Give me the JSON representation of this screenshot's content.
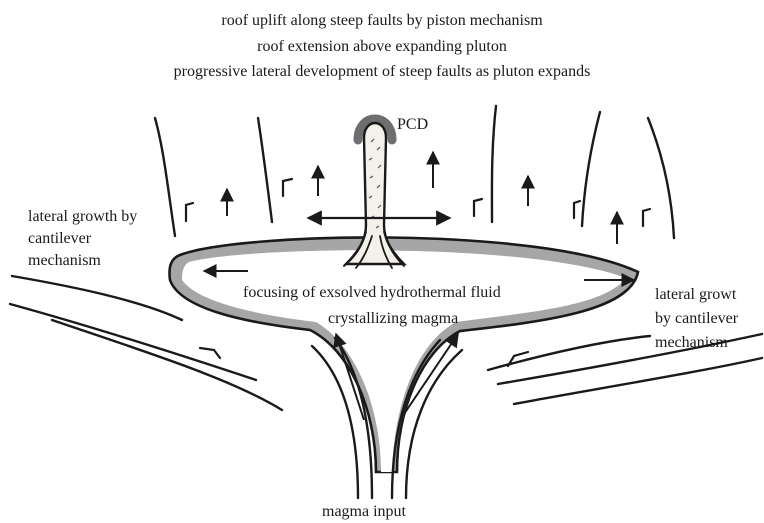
{
  "captions": {
    "line1": "roof uplift along steep faults by piston mechanism",
    "line2": "roof extension above expanding pluton",
    "line3": "progressive lateral development of steep faults as pluton expands"
  },
  "labels": {
    "pcd": "PCD",
    "lateral_left": [
      "lateral growth by",
      "cantilever",
      "mechanism"
    ],
    "lateral_right": [
      "lateral growt",
      "by cantilever",
      "mechanism"
    ],
    "focusing": "focusing of exsolved hydrothermal fluid",
    "crystallizing": "crystallizing magma",
    "input": "magma input"
  },
  "colors": {
    "ink": "#1a1a1a",
    "rim": "#a6a6a6",
    "pcd_cap": "#6e6e6e",
    "pipe_fill": "#f3f1ea"
  }
}
